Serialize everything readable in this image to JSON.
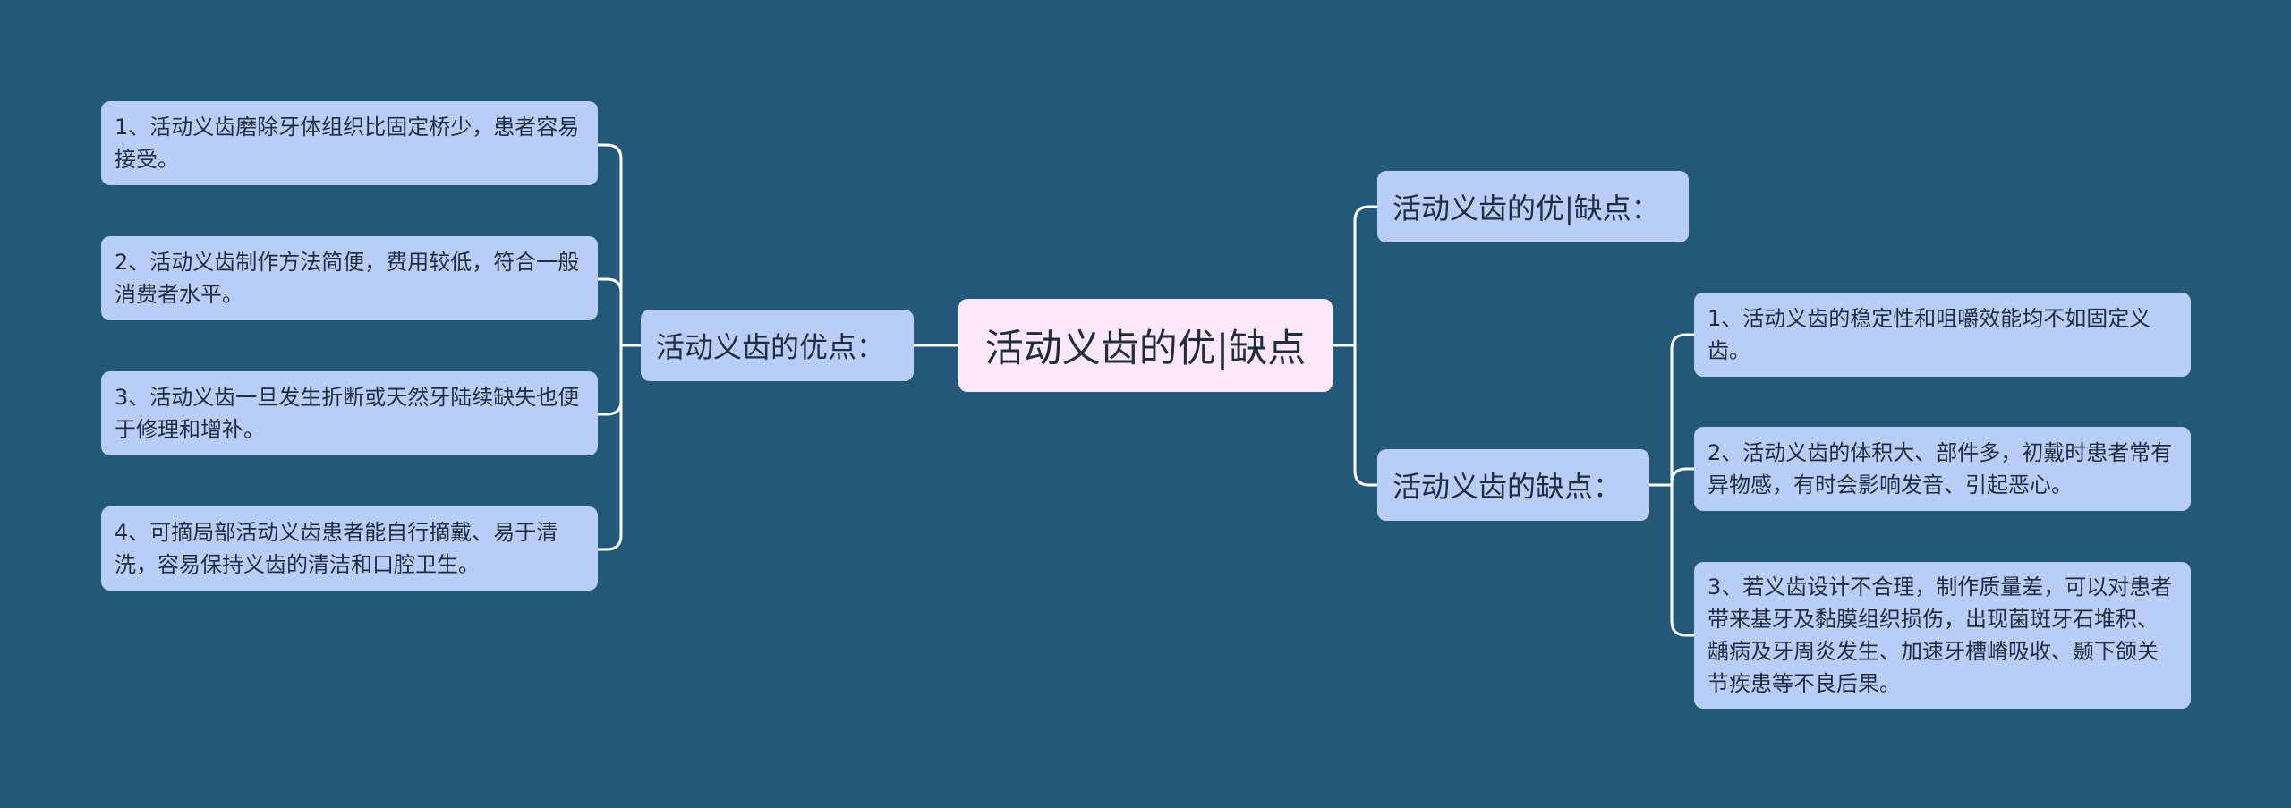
{
  "colors": {
    "background": "#23587a",
    "root_fill": "#fde8fb",
    "node_fill": "#b9cdfa",
    "connector": "#ffffff",
    "text": "#1f2d3d"
  },
  "root": {
    "label": "活动义齿的优|缺点"
  },
  "left_branch": {
    "label": "活动义齿的优点：",
    "items": [
      {
        "text": "1、活动义齿磨除牙体组织比固定桥少，患者容易接受。"
      },
      {
        "text": "2、活动义齿制作方法简便，费用较低，符合一般消费者水平。"
      },
      {
        "text": "3、活动义齿一旦发生折断或天然牙陆续缺失也便于修理和增补。"
      },
      {
        "text": "4、可摘局部活动义齿患者能自行摘戴、易于清洗，容易保持义齿的清洁和口腔卫生。"
      }
    ]
  },
  "right_top_branch": {
    "label": "活动义齿的优|缺点："
  },
  "right_branch": {
    "label": "活动义齿的缺点：",
    "items": [
      {
        "text": "1、活动义齿的稳定性和咀嚼效能均不如固定义齿。"
      },
      {
        "text": "2、活动义齿的体积大、部件多，初戴时患者常有异物感，有时会影响发音、引起恶心。"
      },
      {
        "text": "3、若义齿设计不合理，制作质量差，可以对患者带来基牙及黏膜组织损伤，出现菌斑牙石堆积、龋病及牙周炎发生、加速牙槽嵴吸收、颞下颌关节疾患等不良后果。"
      }
    ]
  }
}
